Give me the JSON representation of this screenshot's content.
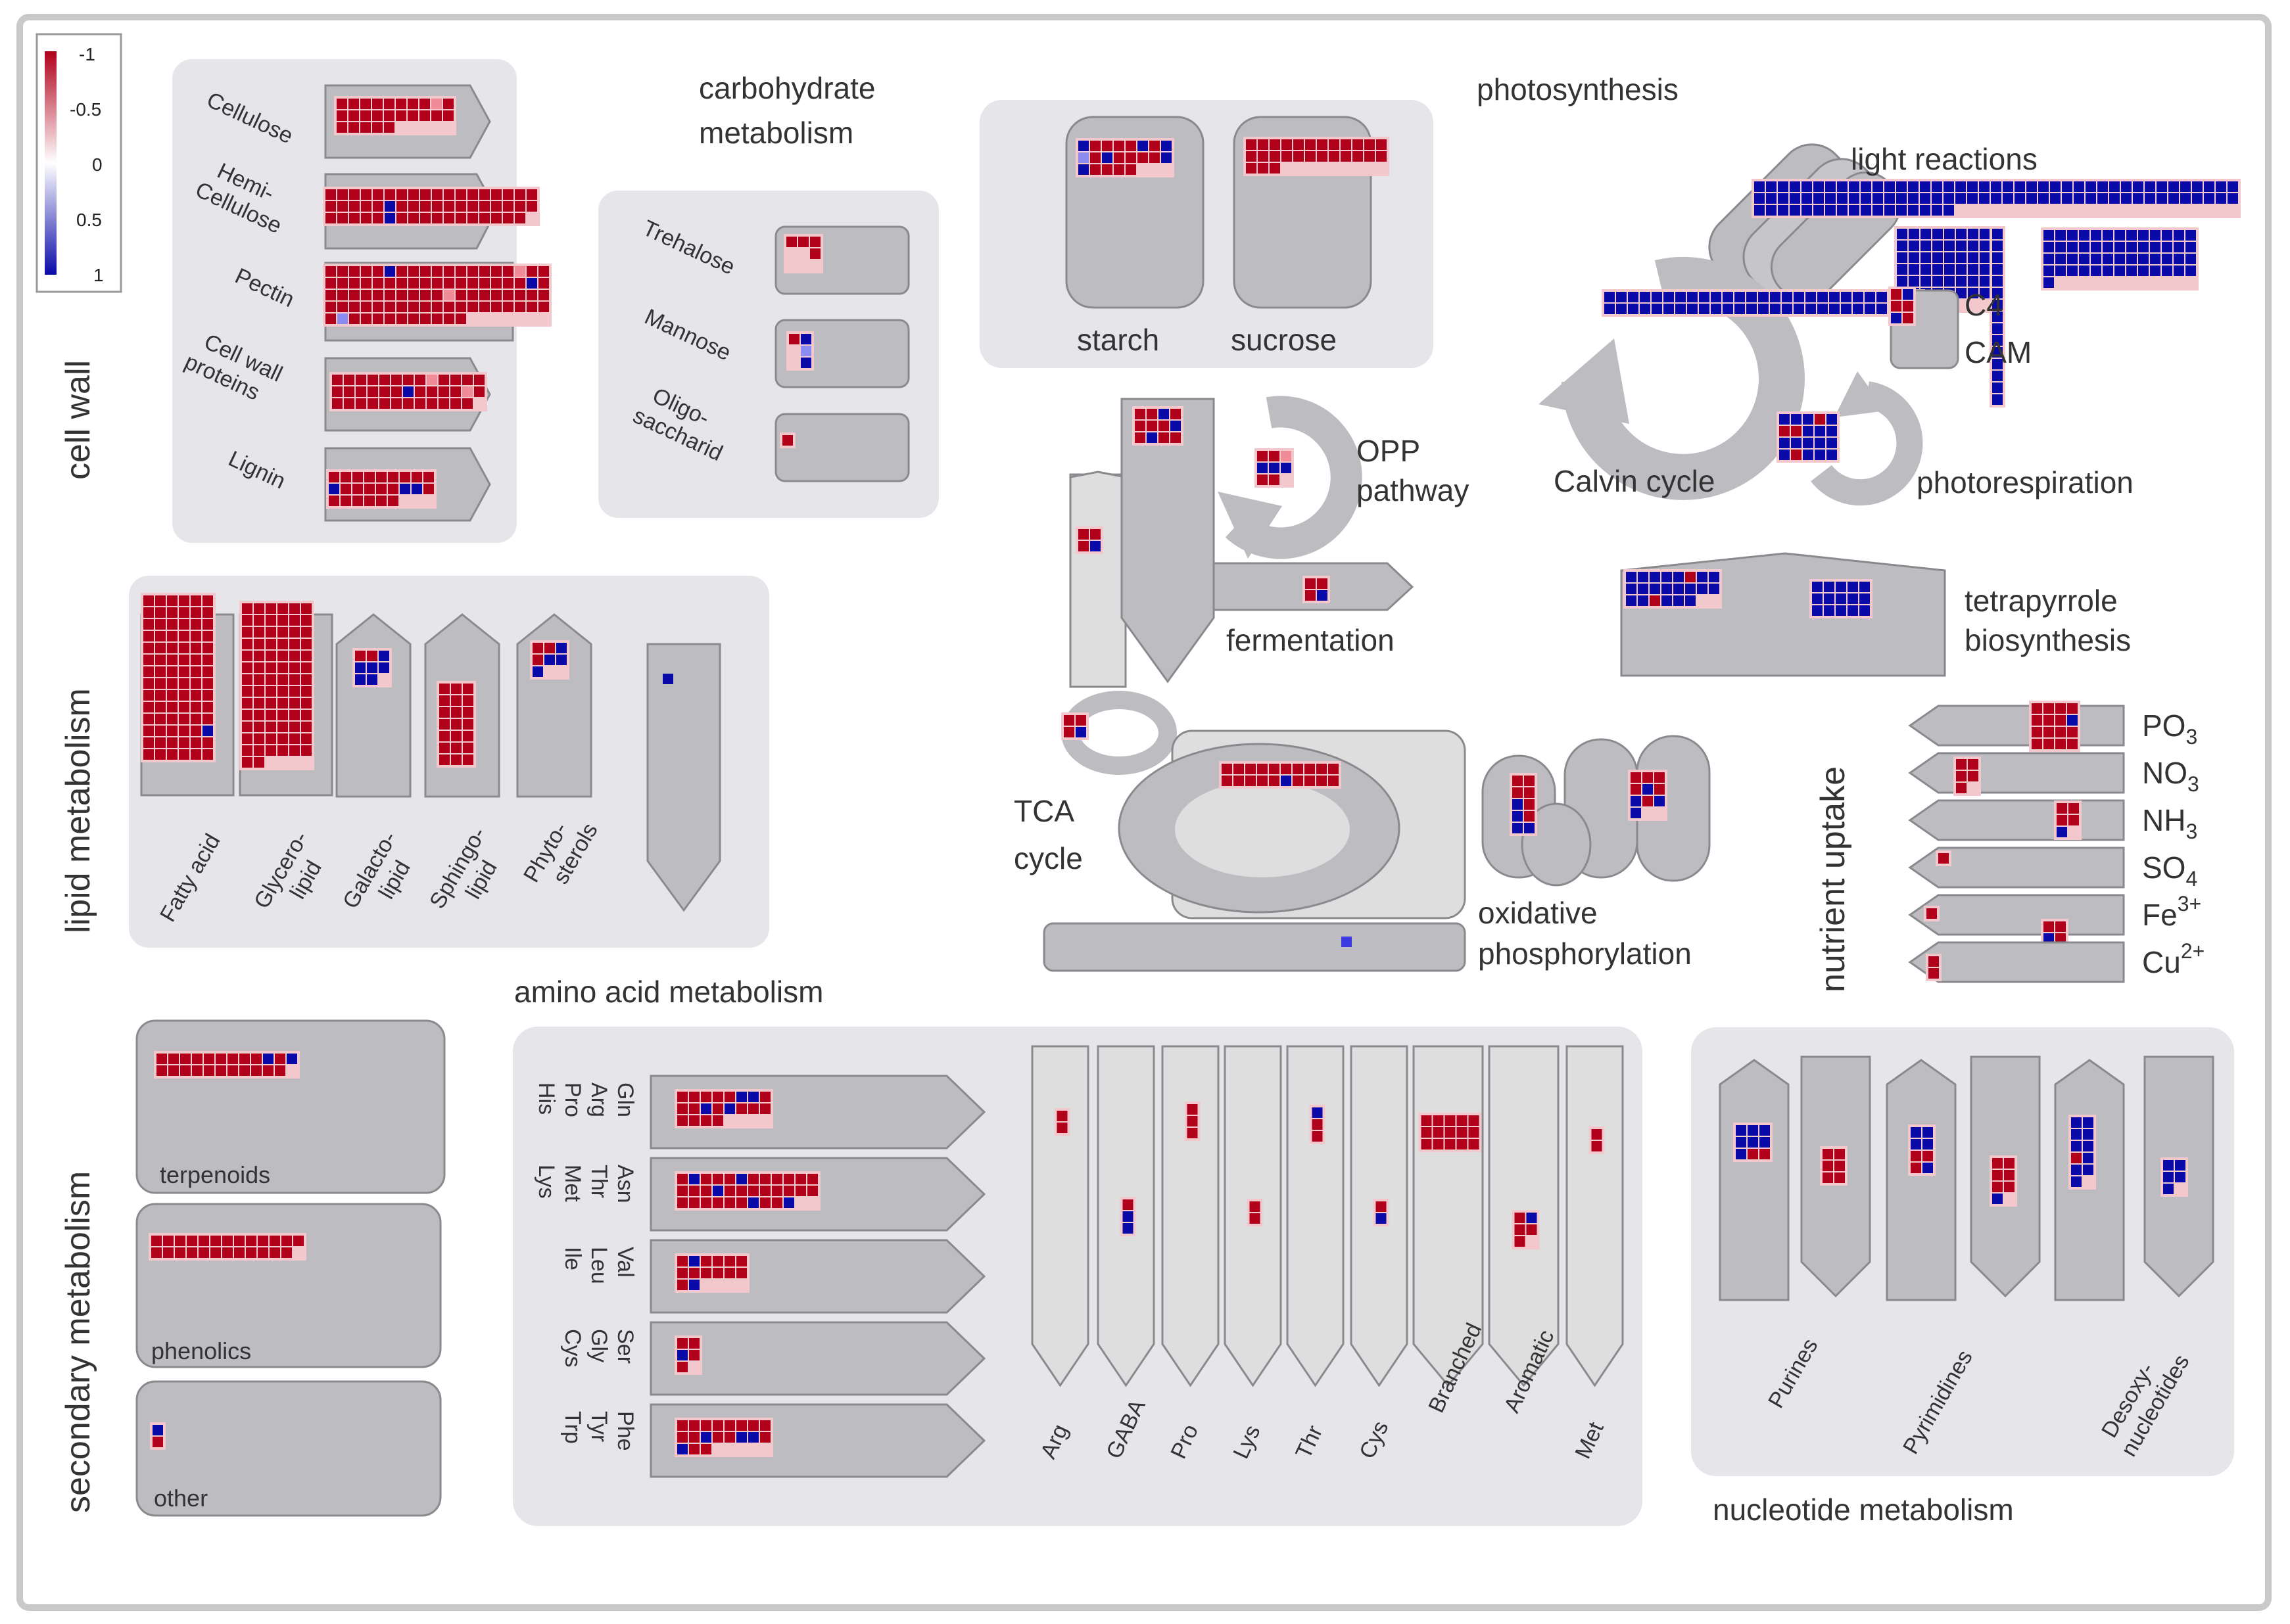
{
  "colors": {
    "panel_bg": "#e6e6ea",
    "box_fill": "#bdbdc1",
    "box_stroke": "#8a8a8e",
    "light_fill": "#dededf",
    "frame": "#c9c9c9",
    "red_strong": "#b0001a",
    "red_mid": "#d9253a",
    "red_light": "#f08c98",
    "blue_strong": "#0a0aa8",
    "blue_mid": "#3a3ae0",
    "blue_light": "#8c8cf0"
  },
  "legend": {
    "ticks": [
      "-1",
      "-0.5",
      "0",
      "0.5",
      "1"
    ]
  },
  "cell_wall": {
    "title": "cell wall",
    "items": [
      {
        "label": "Cellulose",
        "cells": "RRRRRRRRrRRRRRRRRRRRRRRRR"
      },
      {
        "label": "Hemi- Cellulose",
        "cells": "RRRRRRRRRRRRRRRRRRRRRRRBRRRRRRRRRRRRRRRRRBRRRRRRRRRRR"
      },
      {
        "label": "Pectin",
        "cells": "RRRRRBRRRRRRRRRRrRRRRRRRRRRRRRRRRRRRBRRRRRRRRRRRrRRRRRRRRRRRRRRRRRRRRRRRRRRRRbRRRRRRRRRR"
      },
      {
        "label": "Cell wall proteins",
        "cells": "RRRRRRRRrRRRRRRRRRRBRRRRrRRRRRRRRRRRRR"
      },
      {
        "label": "Lignin",
        "cells": "RRRRRRRRRBRRRRRBBRRRRRRR"
      }
    ]
  },
  "carbohydrate": {
    "title_1": "carbohydrate",
    "title_2": "metabolism",
    "items": [
      {
        "label": "Trehalose",
        "cells": "RRR  R  "
      },
      {
        "label": "Mannose",
        "cells": "RB b B"
      },
      {
        "label": "Oligo- saccharid",
        "cells": "R"
      }
    ]
  },
  "starch_sucrose": {
    "starch": "starch",
    "sucrose": "sucrose",
    "starch_cells": "BRRRRBRBbRBRRRRBBRRRR",
    "sucrose_cells": "RRRRRRRRRRRRRRRRRRRRRRRRRRR"
  },
  "photosynthesis": {
    "title": "photosynthesis",
    "light_reactions": "light reactions",
    "calvin": "Calvin cycle",
    "photorespiration": "photorespiration",
    "c4": "C4",
    "cam": "CAM",
    "lr_cells": "BBBBBBBBBBBBBBBBBBBBBBBBBBBBBBBBBBBBBBBBBBBBBBBBBBBBBBBBBBBBBBBBBBBBBBBBBBBBBBBBBBBBBBBBBBBBBBBBBBB",
    "calvin_cells": "BBBBBBBBBBBBBBBBBBBBBBBBBBBBBBBBBBBBBBBBBBBBBBBBBBBBB",
    "photoresp_cells": "BBBRBRRBBBBBBBBBRBBB",
    "c4_cells": "RBRRBR"
  },
  "tetrapyrrole": {
    "label_1": "tetrapyrrole",
    "label_2": "biosynthesis",
    "cells_a": "BBBBBRBBBBBBBBBBBBRBBB",
    "cells_b": "BBBBBBBBBBBBBBB"
  },
  "glycolysis": {
    "opp_1": "OPP",
    "opp_2": "pathway",
    "fermentation": "fermentation",
    "tca_1": "TCA",
    "tca_2": "cycle",
    "oxphos_1": "oxidative",
    "oxphos_2": "phosphorylation",
    "gly_cells": "RRBRRRRBRBRR",
    "opp_cells": "RRrBBBRR",
    "ferm_cells": "RRRB",
    "tca_cells": "RRRRRRRRRRRRRRRBRRRR",
    "oxphos_cells": "RRRRBRBRBB"
  },
  "lipid": {
    "title": "lipid metabolism",
    "items": [
      {
        "label": "Fatty acid",
        "cells": "RRRRRRRRRRRRRRRRRRRRRRRRRRRRRRRRRRRRRRRRRRRRRRRRRRRRRRRRRRRRRRRRRRRRRRRBRRRRRRRRRRRR"
      },
      {
        "label": "Glycero- lipid",
        "cells": "RRRRRRRRRRRRRRRRRRRRRRRRRRRRRRRRRRRRRRRRRRRRRRRRRRRRRRRRRRRRRRRRRRRRRRRRRRRRRRRR"
      },
      {
        "label": "Galacto- lipid",
        "cells": "RRBBBBBB"
      },
      {
        "label": "Sphingo- lipid",
        "cells": "RRRRRRRRRRRRRRRRRRRRR"
      },
      {
        "label": "Phyto- sterols",
        "cells": "RRBRBBB"
      }
    ]
  },
  "nutrient": {
    "title": "nutrient uptake",
    "items": [
      {
        "label": "PO",
        "sub": "3",
        "sup": "",
        "cells": "RRRRRRRBRRRRRRRR"
      },
      {
        "label": "NO",
        "sub": "3",
        "sup": "",
        "cells": "RRRRR"
      },
      {
        "label": "NH",
        "sub": "3",
        "sup": "",
        "cells": "RRRRB"
      },
      {
        "label": "SO",
        "sub": "4",
        "sup": "",
        "cells": "R"
      },
      {
        "label": "Fe",
        "sub": "",
        "sup": "3+",
        "cells": "RRBRB"
      },
      {
        "label": "Cu",
        "sub": "",
        "sup": "2+",
        "cells": "RR"
      }
    ]
  },
  "secondary": {
    "title": "secondary metabolism",
    "terpenoids": "terpenoids",
    "phenolics": "phenolics",
    "other": "other",
    "terp_cells": "RRRRRRRRRBRBRRRRRRRRRRR",
    "phen_cells": "RRRRRRRRRRRRRRRRRRRRRRRRR",
    "other_cells": "BR"
  },
  "amino": {
    "title": "amino acid metabolism",
    "groups": [
      {
        "label": "Gln Arg Pro His",
        "cells": "RRRRRBBRRRBRBRRRRRRR"
      },
      {
        "label": "Asn Thr Met Lys",
        "cells": "RBRRRBRRRRRRRRRBRRRRRRRRRRRRRRBRRB"
      },
      {
        "label": "Val Leu Ile",
        "cells": "RBRRRRRRRRRRRB"
      },
      {
        "label": "Ser Gly Cys",
        "cells": "RRBRR"
      },
      {
        "label": "Phe Tyr Trp",
        "cells": "RRRRRRRRRRBRRBBRBRR"
      }
    ],
    "columns": [
      {
        "label": "Arg",
        "cells": "RR"
      },
      {
        "label": "GABA",
        "cells": "RBB"
      },
      {
        "label": "Pro",
        "cells": "RRR"
      },
      {
        "label": "Lys",
        "cells": "RR"
      },
      {
        "label": "Thr",
        "cells": "BRR"
      },
      {
        "label": "Cys",
        "cells": "RB"
      },
      {
        "label": "Branched",
        "cells": "RRRRRRRRRRRRRRR"
      },
      {
        "label": "Aromatic",
        "cells": "RBRRR"
      },
      {
        "label": "Met",
        "cells": "RR"
      }
    ]
  },
  "nucleotide": {
    "title": "nucleotide metabolism",
    "labels": [
      "Purines",
      "Pyrimidines",
      "Desoxy- nucleotides"
    ],
    "cells": [
      "BBBBBBBRR",
      "RRRRRR",
      "BBBBRRRB",
      "RRRRRRB",
      "BBBBBBRBBBB",
      "BBBBB"
    ]
  }
}
